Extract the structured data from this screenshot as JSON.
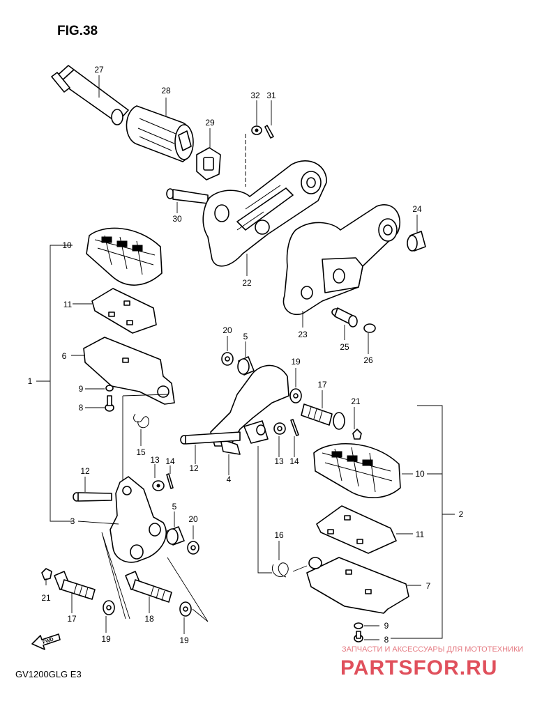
{
  "figure": {
    "title": "FIG.38",
    "model_code": "GV1200GLG  E3",
    "fwd_label": "FWD"
  },
  "callouts": {
    "c1": "1",
    "c2": "2",
    "c3": "3",
    "c4": "4",
    "c5a": "5",
    "c5b": "5",
    "c6": "6",
    "c7": "7",
    "c8a": "8",
    "c8b": "8",
    "c9a": "9",
    "c9b": "9",
    "c10a": "10",
    "c10b": "10",
    "c11a": "11",
    "c11b": "11",
    "c12a": "12",
    "c12b": "12",
    "c13a": "13",
    "c13b": "13",
    "c14a": "14",
    "c14b": "14",
    "c15": "15",
    "c16": "16",
    "c17a": "17",
    "c17b": "17",
    "c18": "18",
    "c19a": "19",
    "c19b": "19",
    "c19c": "19",
    "c20a": "20",
    "c20b": "20",
    "c21a": "21",
    "c21b": "21",
    "c22": "22",
    "c23": "23",
    "c24": "24",
    "c25": "25",
    "c26": "26",
    "c27": "27",
    "c28": "28",
    "c29": "29",
    "c30": "30",
    "c31": "31",
    "c32": "32"
  },
  "watermark": {
    "top": "ЗАПЧАСТИ И АКСЕССУАРЫ ДЛЯ МОТОТЕХНИКИ",
    "brand": "PARTSFOR.RU"
  },
  "colors": {
    "line": "#000000",
    "background": "#ffffff",
    "watermark": "#e0505c"
  }
}
